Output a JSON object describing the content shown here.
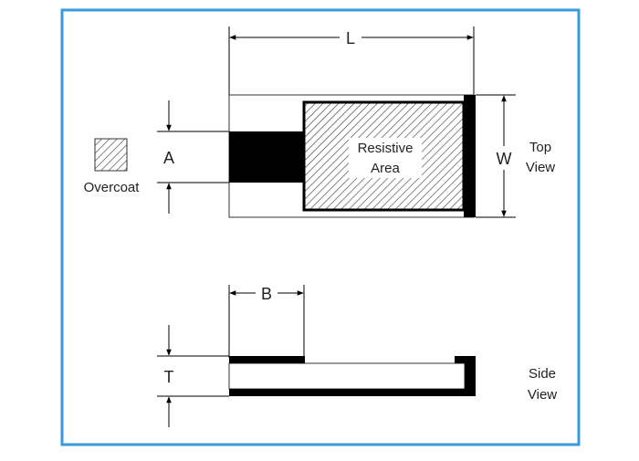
{
  "colors": {
    "frame_border": "#3a9ad9",
    "ink": "#000000",
    "hatch": "#444444",
    "outline": "#333333",
    "background": "#ffffff"
  },
  "diagram": {
    "top_view": {
      "label_line1": "Top",
      "label_line2": "View",
      "dimension_length": "L",
      "dimension_width": "W",
      "dimension_a": "A",
      "resistive_area_line1": "Resistive",
      "resistive_area_line2": "Area"
    },
    "side_view": {
      "label_line1": "Side",
      "label_line2": "View",
      "dimension_b": "B",
      "dimension_t": "T"
    },
    "legend": {
      "overcoat_label": "Overcoat",
      "overcoat_swatch_icon": "hatched-square-icon"
    }
  }
}
